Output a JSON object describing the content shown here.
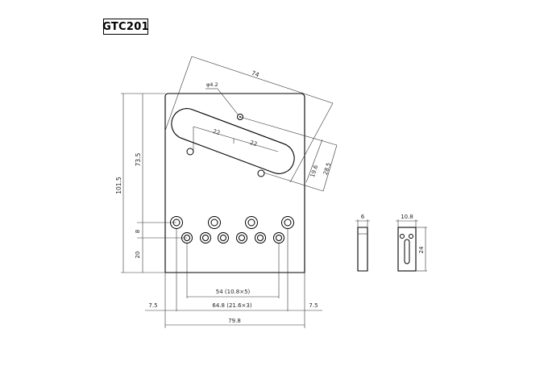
{
  "part_number": "GTC201",
  "dimensions": {
    "diagonal_width": "74",
    "hole_diameter": "φ4.2",
    "slot_spacing_left": "22",
    "slot_spacing_right": "22",
    "height_total": "101.5",
    "height_upper": "73.5",
    "saddle_offset": "8",
    "bottom_margin": "20",
    "slot_height_inner": "19.6",
    "slot_height_outer": "28.5",
    "hole_span": "54 (10.8×5)",
    "saddle_span": "64.8 (21.6×3)",
    "edge_left": "7.5",
    "edge_right": "7.5",
    "overall_width": "79.8",
    "side_thickness": "6",
    "saddle_width": "10.8",
    "saddle_height": "24"
  }
}
